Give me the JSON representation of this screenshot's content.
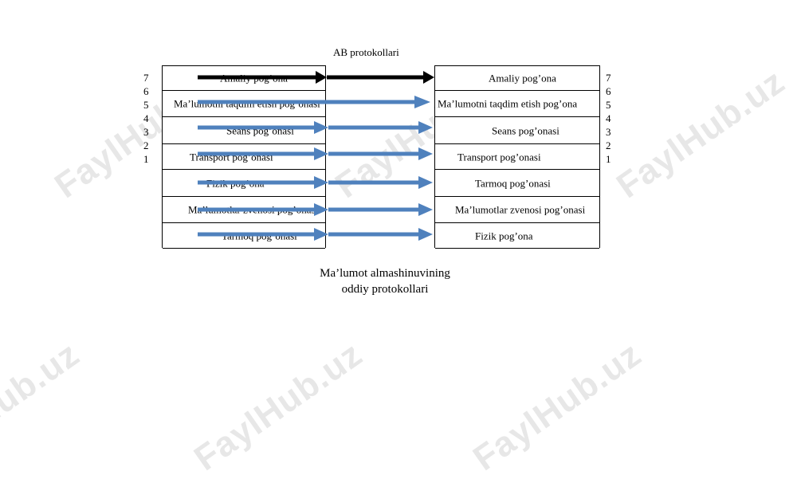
{
  "title": "AB protokollari",
  "caption": {
    "line1": "Ma’lumot almashinuvining",
    "line2": "oddiy protokollari"
  },
  "left_numbers": [
    "7",
    "6",
    "5",
    "4",
    "3",
    "2",
    "1"
  ],
  "right_numbers": [
    "7",
    "6",
    "5",
    "4",
    "3",
    "2",
    "1"
  ],
  "left_layers": [
    "Amaliy pog’ona",
    "Ma’lumotni taqdim etish pog’onasi",
    "Seans pog’onasi",
    "Transport pog’onasi",
    "Fizik pog’ona",
    "Ma’lumotlar zvenosi pog’onasi",
    "Tarmoq pog’onasi"
  ],
  "right_layers": [
    "Amaliy pog’ona",
    "Ma’lumotni taqdim etish pog’ona",
    "Seans pog’onasi",
    "Transport pog’onasi",
    "Tarmoq pog’onasi",
    "Ma’lumotlar zvenosi pog’onasi",
    "Fizik pog’ona"
  ],
  "watermark": "FaylHub.uz",
  "colors": {
    "arrow_black": "#000000",
    "arrow_blue": "#4F81BD",
    "watermark": "#AAAAAA"
  }
}
